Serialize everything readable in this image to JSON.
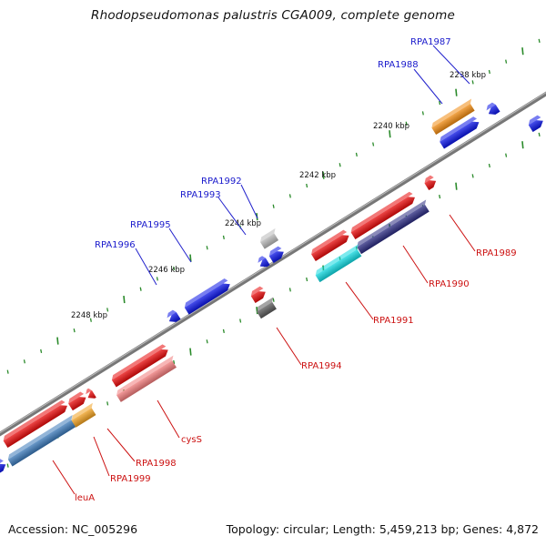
{
  "title": "Rhodopseudomonas palustris CGA009, complete genome",
  "footer": {
    "accession": "Accession: NC_005296",
    "summary": "Topology: circular; Length: 5,459,213 bp; Genes: 4,872"
  },
  "colors": {
    "backbone": "#7a7a7a",
    "tick": "#2a8a2a",
    "label_top": "#1a1acc",
    "label_bottom": "#cc1111"
  },
  "kbp_labels": [
    "2238 kbp",
    "2240 kbp",
    "2242 kbp",
    "2244 kbp",
    "2246 kbp",
    "2248 kbp"
  ],
  "top_genes": [
    "RPA1987",
    "RPA1988",
    "RPA1992",
    "RPA1993",
    "RPA1995",
    "RPA1996"
  ],
  "bottom_genes": [
    "RPA1989",
    "RPA1990",
    "RPA1991",
    "RPA1994",
    "cysS",
    "RPA1998",
    "RPA1999",
    "leuA"
  ]
}
